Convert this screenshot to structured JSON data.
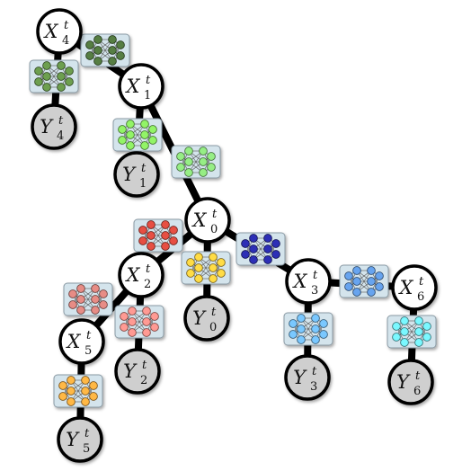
{
  "diagram": {
    "nodes": [
      {
        "id": "X4",
        "kind": "latent",
        "letter": "X",
        "sup": "t",
        "sub": "4"
      },
      {
        "id": "Y4",
        "kind": "observed",
        "letter": "Y",
        "sup": "t",
        "sub": "4"
      },
      {
        "id": "X1",
        "kind": "latent",
        "letter": "X",
        "sup": "t",
        "sub": "1"
      },
      {
        "id": "Y1",
        "kind": "observed",
        "letter": "Y",
        "sup": "t",
        "sub": "1"
      },
      {
        "id": "X0",
        "kind": "latent",
        "letter": "X",
        "sup": "t",
        "sub": "0"
      },
      {
        "id": "Y0",
        "kind": "observed",
        "letter": "Y",
        "sup": "t",
        "sub": "0"
      },
      {
        "id": "X2",
        "kind": "latent",
        "letter": "X",
        "sup": "t",
        "sub": "2"
      },
      {
        "id": "Y2",
        "kind": "observed",
        "letter": "Y",
        "sup": "t",
        "sub": "2"
      },
      {
        "id": "X5",
        "kind": "latent",
        "letter": "X",
        "sup": "t",
        "sub": "5"
      },
      {
        "id": "Y5",
        "kind": "observed",
        "letter": "Y",
        "sup": "t",
        "sub": "5"
      },
      {
        "id": "X3",
        "kind": "latent",
        "letter": "X",
        "sup": "t",
        "sub": "3"
      },
      {
        "id": "Y3",
        "kind": "observed",
        "letter": "Y",
        "sup": "t",
        "sub": "3"
      },
      {
        "id": "X6",
        "kind": "latent",
        "letter": "X",
        "sup": "t",
        "sub": "6"
      },
      {
        "id": "Y6",
        "kind": "observed",
        "letter": "Y",
        "sup": "t",
        "sub": "6"
      }
    ],
    "edges": [
      {
        "from": "X4",
        "to": "X1",
        "color": "#4b6e3a"
      },
      {
        "from": "X4",
        "to": "Y4",
        "color": "#5f8a45"
      },
      {
        "from": "X1",
        "to": "Y1",
        "color": "#7fd45a"
      },
      {
        "from": "X1",
        "to": "X0",
        "color": "#82cf74"
      },
      {
        "from": "X0",
        "to": "X2",
        "color": "#c9453a"
      },
      {
        "from": "X0",
        "to": "Y0",
        "color": "#e8bf3c"
      },
      {
        "from": "X0",
        "to": "X3",
        "color": "#27299e"
      },
      {
        "from": "X2",
        "to": "X5",
        "color": "#c97a74"
      },
      {
        "from": "X2",
        "to": "Y2",
        "color": "#e88680"
      },
      {
        "from": "X5",
        "to": "Y5",
        "color": "#e6a03c"
      },
      {
        "from": "X3",
        "to": "Y3",
        "color": "#6aaee0"
      },
      {
        "from": "X3",
        "to": "X6",
        "color": "#5a8fd0"
      },
      {
        "from": "X6",
        "to": "Y6",
        "color": "#6ad8e0"
      }
    ],
    "colors": {
      "latent_fill": "#ffffff",
      "observed_fill": "#cfcfcf",
      "node_stroke": "#000000",
      "edge": "#000000",
      "box_fill": "#d4e4ec",
      "box_stroke": "#8a9aa4"
    }
  }
}
